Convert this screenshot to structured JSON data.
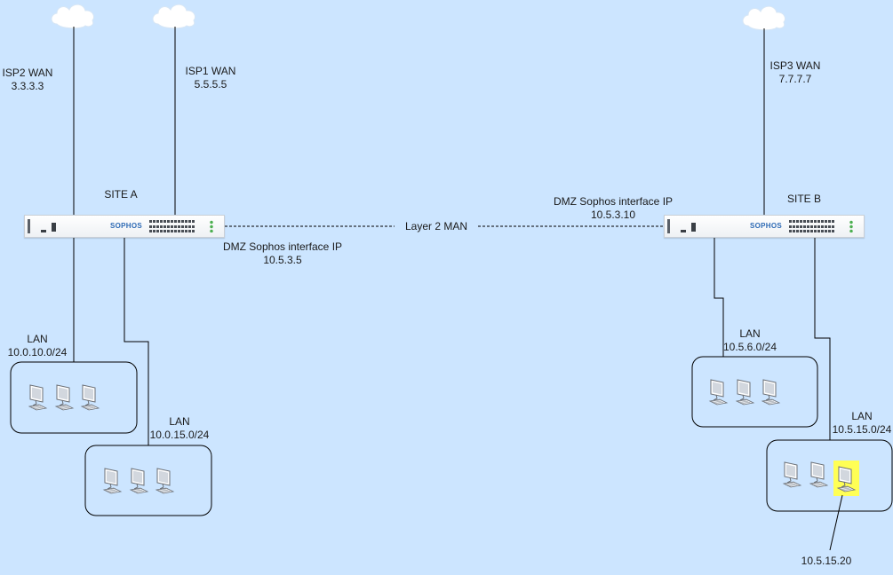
{
  "sites": {
    "a": {
      "name": "SITE A",
      "brand": "SOPHOS"
    },
    "b": {
      "name": "SITE B",
      "brand": "SOPHOS"
    }
  },
  "wan": {
    "isp2": {
      "name": "ISP2 WAN",
      "ip": "3.3.3.3"
    },
    "isp1": {
      "name": "ISP1 WAN",
      "ip": "5.5.5.5"
    },
    "isp3": {
      "name": "ISP3 WAN",
      "ip": "7.7.7.7"
    }
  },
  "dmz": {
    "a": {
      "name": "DMZ Sophos interface IP",
      "ip": "10.5.3.5"
    },
    "b": {
      "name": "DMZ Sophos interface IP",
      "ip": "10.5.3.10"
    }
  },
  "man": {
    "label": "Layer 2 MAN"
  },
  "lans": {
    "a1": {
      "name": "LAN",
      "subnet": "10.0.10.0/24"
    },
    "a2": {
      "name": "LAN",
      "subnet": "10.0.15.0/24"
    },
    "b1": {
      "name": "LAN",
      "subnet": "10.5.6.0/24"
    },
    "b2": {
      "name": "LAN",
      "subnet": "10.5.15.0/24"
    }
  },
  "host": {
    "ip": "10.5.15.20",
    "highlight_color": "#ffff55"
  },
  "colors": {
    "background": "#cce5ff",
    "cloud": "#ffffff",
    "line": "#000000",
    "brand": "#2e6bb5"
  },
  "icons": {
    "internet": "cloud-icon",
    "endpoint": "computer-icon"
  }
}
